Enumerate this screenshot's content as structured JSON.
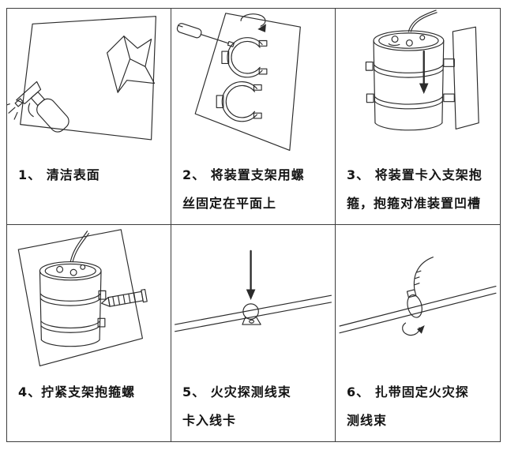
{
  "document": {
    "title": "installation-steps-table",
    "colors": {
      "border": "#3d3d3d",
      "line_art": "#2b2b2b",
      "text": "#141414"
    },
    "steps": [
      {
        "line1": "1、 清洁表面",
        "line2": ""
      },
      {
        "line1": "2、 将装置支架用螺",
        "line2": "丝固定在平面上"
      },
      {
        "line1": "3、 将装置卡入支架抱",
        "line2": "箍，抱箍对准装置凹槽"
      },
      {
        "line1": "4、拧紧支架抱箍螺",
        "line2": ""
      },
      {
        "line1": "5、 火灾探测线束",
        "line2": "卡入线卡"
      },
      {
        "line1": "6、 扎带固定火灾探",
        "line2": "测线束"
      }
    ],
    "icons": [
      "spray-bottle-and-cloth-illustration",
      "screwdriver-brackets-on-panel-illustration",
      "device-into-bracket-arrow-illustration",
      "tighten-clamp-anchor-illustration",
      "wire-clip-arrow-illustration",
      "cable-tie-on-wire-illustration"
    ]
  }
}
